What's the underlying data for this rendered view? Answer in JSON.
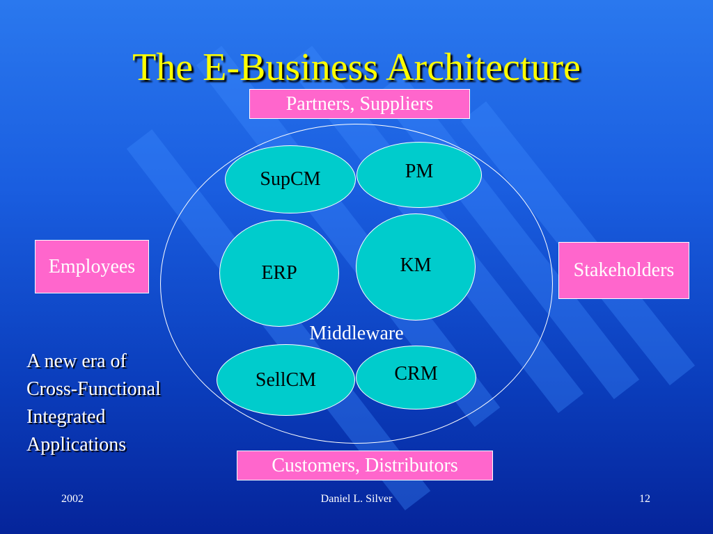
{
  "slide": {
    "title": "The E-Business Architecture",
    "boxes": {
      "top": "Partners, Suppliers",
      "left": "Employees",
      "right": "Stakeholders",
      "bottom": "Customers, Distributors"
    },
    "modules": {
      "supcm": "SupCM",
      "pm": "PM",
      "erp": "ERP",
      "km": "KM",
      "sellcm": "SellCM",
      "crm": "CRM"
    },
    "middleware": "Middleware",
    "note": [
      "A new era of",
      "Cross-Functional",
      "Integrated",
      "Applications"
    ],
    "footer": {
      "year": "2002",
      "author": "Daniel L. Silver",
      "page": "12"
    }
  },
  "colors": {
    "title": "#ffff00",
    "box_fill": "#ff66cc",
    "bubble_fill": "#00cccc",
    "background_top": "#2a78ee",
    "background_bottom": "#05249a"
  }
}
